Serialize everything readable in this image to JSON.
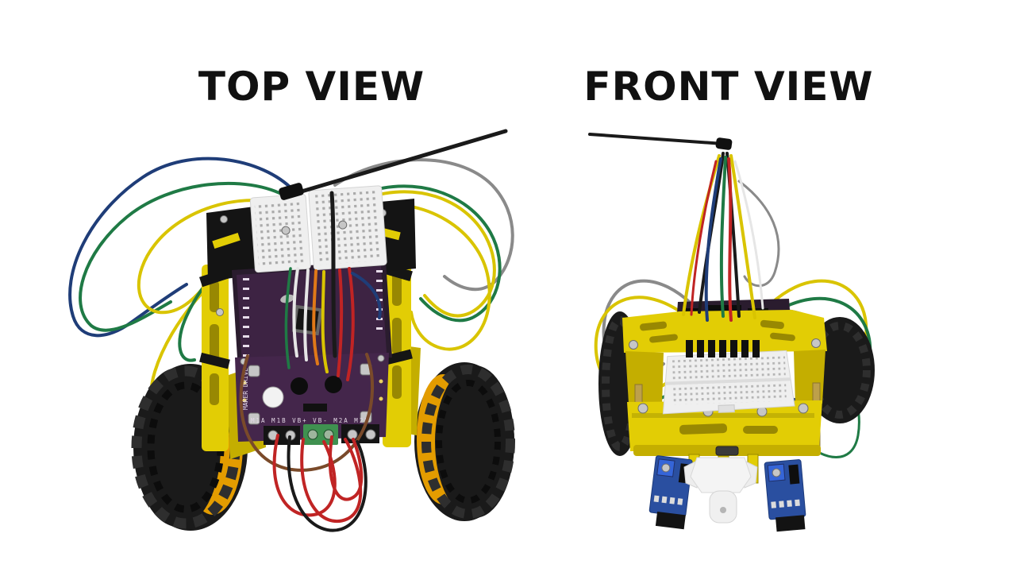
{
  "page": {
    "background_color": "#ffffff"
  },
  "panels": [
    {
      "id": "top-view",
      "label": "TOP VIEW",
      "content": "robot-car-top-view-photo",
      "driver": {
        "name": "MAKER DRIVE",
        "terminal_row": "M1A M1B VB+ VB- M2A M2B"
      },
      "components": [
        "zip-tie-antenna",
        "jumper-wires",
        "mini-breadboard",
        "controller-board",
        "motor-driver-board",
        "screw-terminal-block",
        "left-wheel",
        "right-wheel",
        "yellow-chassis"
      ]
    },
    {
      "id": "front-view",
      "label": "FRONT VIEW",
      "content": "robot-car-front-view-photo",
      "components": [
        "zip-tie-antenna",
        "jumper-wires",
        "breadboard",
        "microcontroller-board",
        "yellow-chassis",
        "left-wheel",
        "right-wheel",
        "ir-line-sensor-left",
        "ir-line-sensor-right",
        "caster-wheel"
      ]
    }
  ],
  "colors": {
    "background": "#ffffff",
    "heading_text": "#111111",
    "chassis_yellow": "#e2cd05",
    "chassis_yellow_dark": "#c4ae00",
    "pcb_purple": "#44264b",
    "pcb_dark": "#2a1c2e",
    "tire_black": "#1a1a1a",
    "hub_orange": "#e39c00",
    "breadboard_white": "#efefef",
    "sensor_blue": "#2a4fa0",
    "terminal_green": "#3f9150",
    "wire_red": "#c02424",
    "wire_black": "#1a1a1a",
    "wire_yellow": "#d9c400",
    "wire_green": "#1f7a45",
    "wire_blue": "#1f3d78",
    "wire_white": "#e6e6e6",
    "wire_gray": "#8a8a8a",
    "wire_orange": "#e07818",
    "wire_brown": "#7a4a2a",
    "metal_silver": "#c6c6c6"
  }
}
